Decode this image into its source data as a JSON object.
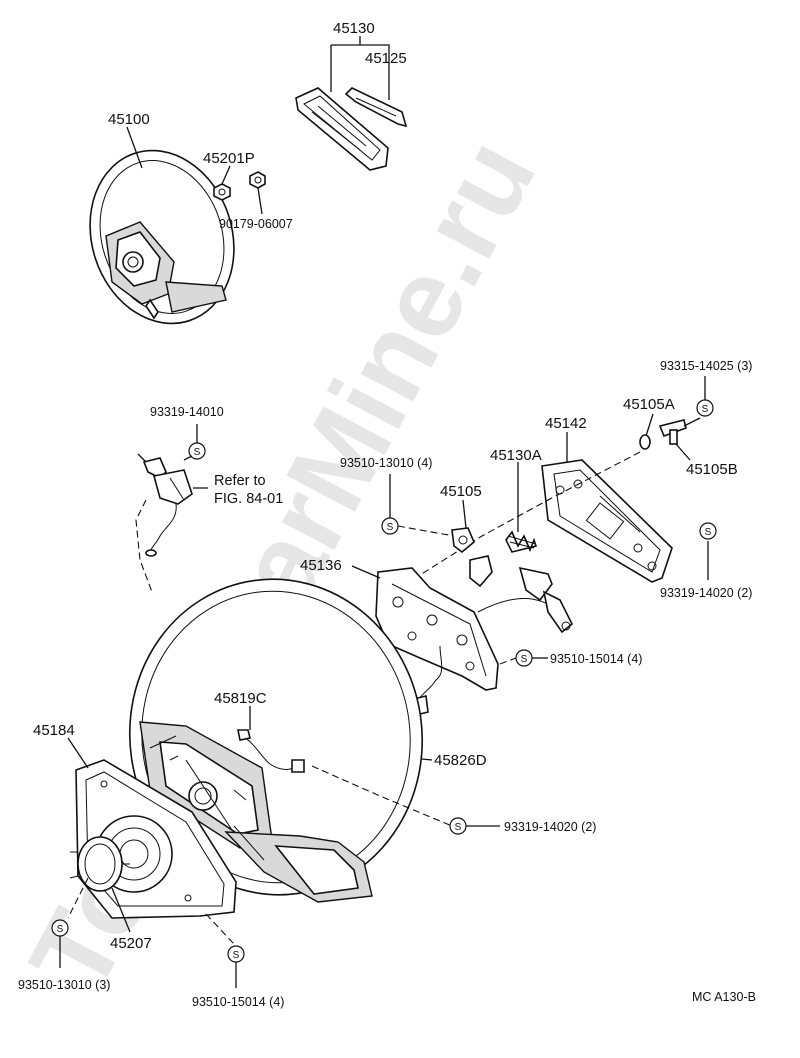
{
  "watermark": "ToyotaCarMine.ru",
  "symbol_s": "S",
  "labels": {
    "p45130": "45130",
    "p45125": "45125",
    "p45100": "45100",
    "p45201P": "45201P",
    "p90179": "90179-06007",
    "p93315": "93315-14025 (3)",
    "p93319_14010": "93319-14010",
    "p45105A": "45105A",
    "p45142": "45142",
    "refer_line1": "Refer to",
    "refer_line2": "FIG. 84-01",
    "p93510_13010_4": "93510-13010 (4)",
    "p45130A": "45130A",
    "p45105B": "45105B",
    "p45105": "45105",
    "p45136": "45136",
    "p93319_14020_2_right": "93319-14020 (2)",
    "p93510_15014_4_mid": "93510-15014 (4)",
    "p45819C": "45819C",
    "p45184": "45184",
    "p45826D": "45826D",
    "p93319_14020_2_low": "93319-14020 (2)",
    "p45207": "45207",
    "p93510_13010_3": "93510-13010 (3)",
    "p93510_15014_4_bottom": "93510-15014 (4)",
    "figure_code": "MC  A130-B"
  }
}
